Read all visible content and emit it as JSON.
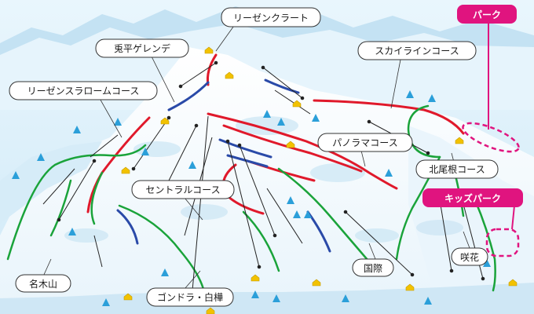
{
  "labels": {
    "riezen_klart": "リーゼンクラート",
    "usagi_daira": "兎平ゲレンデ",
    "riezen_slalom": "リーゼンスラロームコース",
    "skyline": "スカイラインコース",
    "park": "パーク",
    "panorama": "パノラマコース",
    "kitaone": "北尾根コース",
    "kids_park": "キッズパーク",
    "central": "セントラルコース",
    "kokusai": "国際",
    "sakka": "咲花",
    "nakiyama": "名木山",
    "gondola": "ゴンドラ・白樺"
  },
  "colors": {
    "course_red": "#e0192b",
    "course_blue": "#2a4aa8",
    "course_green": "#1aa33a",
    "park_pink": "#e0147f",
    "tree": "#2b9fd9",
    "lodge": "#f2c200"
  }
}
